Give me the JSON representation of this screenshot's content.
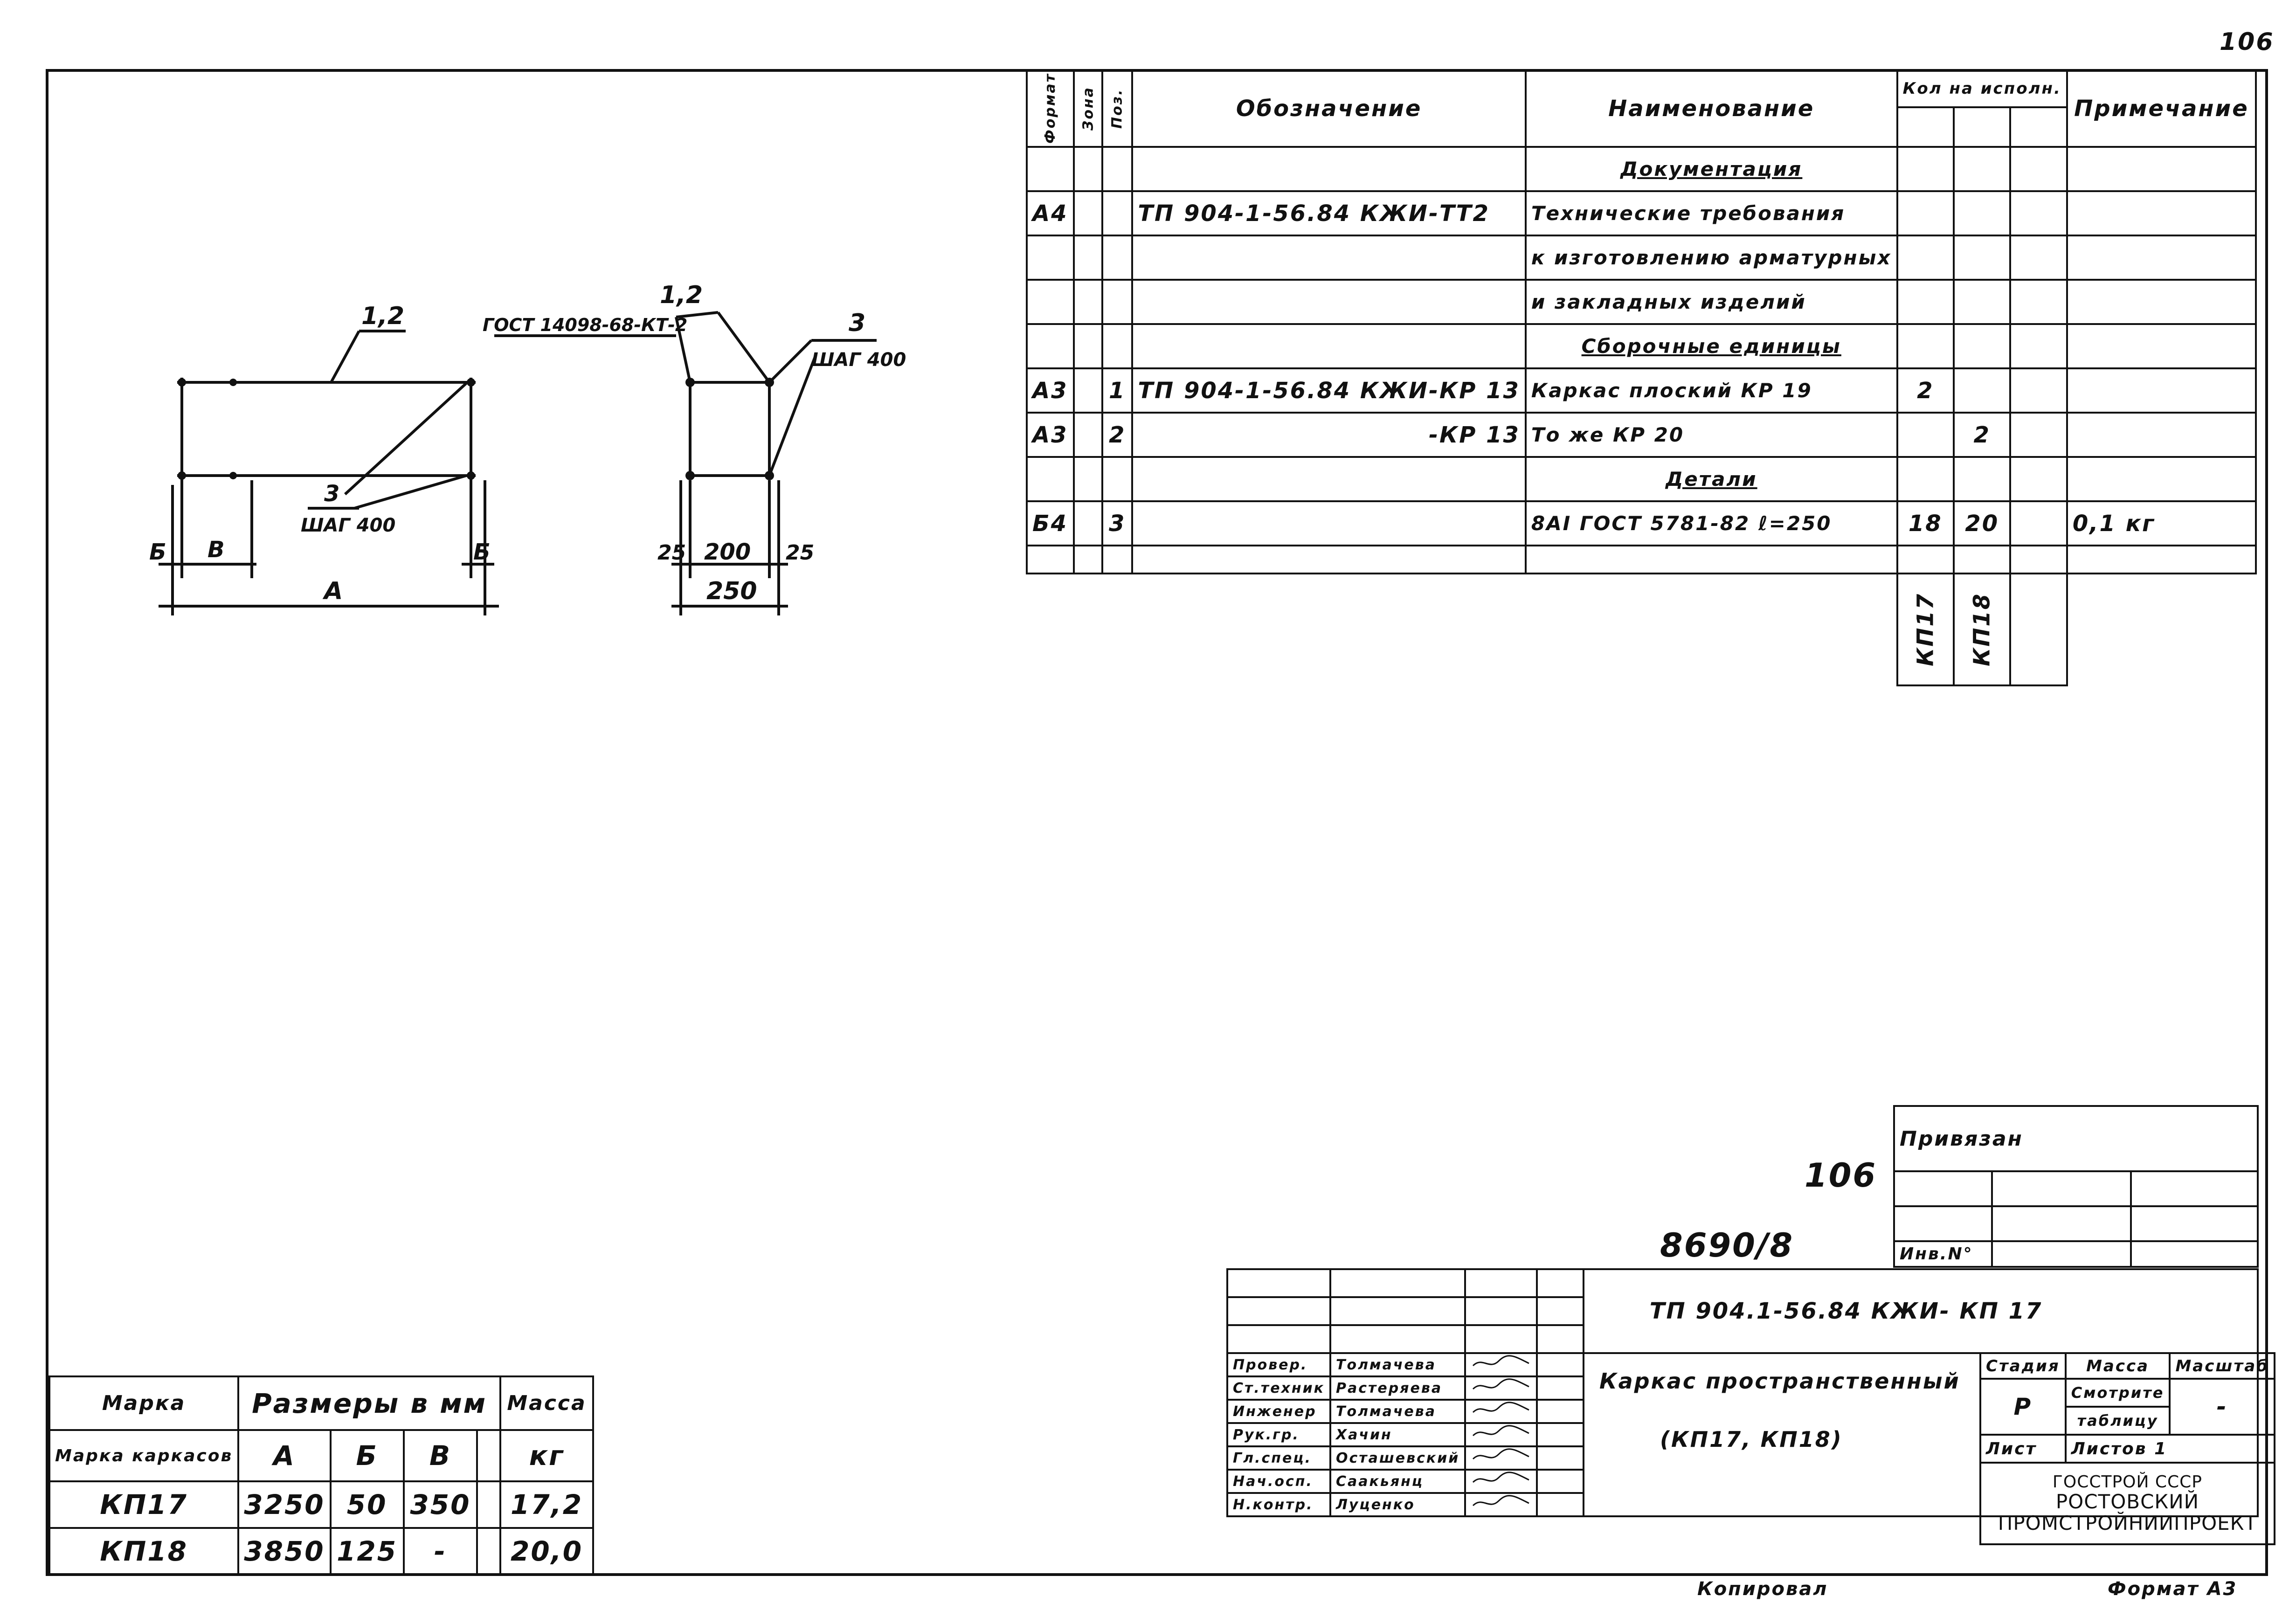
{
  "page_number": "106",
  "sketch": {
    "front": {
      "pos_top": "1,2",
      "pos_bottom": "3",
      "step_bottom": "ШАГ 400",
      "dim_b_left": "Б",
      "dim_v": "В",
      "dim_b_right": "Б",
      "dim_a": "А"
    },
    "section": {
      "gost_label": "ГОСТ 14098-68-КТ-2",
      "pos_top": "1,2",
      "pos_right": "3",
      "step_right": "ШАГ 400",
      "dim_left": "25",
      "dim_mid": "200",
      "dim_right": "25",
      "dim_total": "250"
    }
  },
  "spec": {
    "headers": {
      "format": "Формат",
      "zone": "Зона",
      "pos": "Поз.",
      "designation": "Обозначение",
      "name": "Наименование",
      "qty": "Кол на исполн.",
      "note": "Примечание"
    },
    "rows": [
      {
        "format": "",
        "pos": "",
        "designation": "",
        "name": "Документация",
        "q1": "",
        "q2": "",
        "note": "",
        "section": true
      },
      {
        "format": "А4",
        "pos": "",
        "designation": "ТП 904-1-56.84 КЖИ-ТТ2",
        "name": "Технические требования",
        "q1": "",
        "q2": "",
        "note": ""
      },
      {
        "format": "",
        "pos": "",
        "designation": "",
        "name": "к изготовлению арматурных",
        "q1": "",
        "q2": "",
        "note": ""
      },
      {
        "format": "",
        "pos": "",
        "designation": "",
        "name": "и закладных изделий",
        "q1": "",
        "q2": "",
        "note": ""
      },
      {
        "format": "",
        "pos": "",
        "designation": "",
        "name": "Сборочные единицы",
        "q1": "",
        "q2": "",
        "note": "",
        "section": true
      },
      {
        "format": "А3",
        "pos": "1",
        "designation": "ТП 904-1-56.84 КЖИ-КР 13",
        "name": "Каркас плоский КР 19",
        "q1": "2",
        "q2": "",
        "note": ""
      },
      {
        "format": "А3",
        "pos": "2",
        "designation": "-КР 13",
        "name": "То же       КР 20",
        "q1": "",
        "q2": "2",
        "note": ""
      },
      {
        "format": "",
        "pos": "",
        "designation": "",
        "name": "Детали",
        "q1": "",
        "q2": "",
        "note": "",
        "section": true
      },
      {
        "format": "Б4",
        "pos": "3",
        "designation": "",
        "name": "8АI ГОСТ 5781-82 ℓ=250",
        "q1": "18",
        "q2": "20",
        "note": "0,1 кг"
      },
      {
        "format": "",
        "pos": "",
        "designation": "",
        "name": "",
        "q1": "",
        "q2": "",
        "note": ""
      }
    ],
    "exec_labels": [
      "КП17",
      "КП18"
    ]
  },
  "dims_table": {
    "h_mark": "Марка каркасов",
    "h_sizes": "Размеры в мм",
    "h_mass": "Масса",
    "h_a": "А",
    "h_b": "Б",
    "h_v": "В",
    "h_kg": "кг",
    "rows": [
      {
        "mark": "КП17",
        "a": "3250",
        "b": "50",
        "v": "350",
        "mass": "17,2"
      },
      {
        "mark": "КП18",
        "a": "3850",
        "b": "125",
        "v": "-",
        "mass": "20,0"
      }
    ]
  },
  "binding": {
    "title": "Привязан",
    "inv": "Инв.N°"
  },
  "handwritten": {
    "n106": "106",
    "n8690": "8690/8"
  },
  "title_block": {
    "code": "ТП 904.1-56.84 КЖИ- КП 17",
    "doc_name_1": "Каркас пространственный",
    "doc_name_2": "(КП17, КП18)",
    "stage_h": "Стадия",
    "mass_h": "Масса",
    "scale_h": "Масштаб",
    "stage": "Р",
    "mass_1": "Смотрите",
    "mass_2": "таблицу",
    "scale": "-",
    "sheet": "Лист",
    "sheets": "Листов 1",
    "org_1": "ГОССТРОЙ СССР",
    "org_2": "РОСТОВСКИЙ",
    "org_3": "ПРОМСТРОЙНИИПРОЕКТ",
    "people": [
      {
        "role": "Провер.",
        "name": "Толмачева"
      },
      {
        "role": "Ст.техник",
        "name": "Растеряева"
      },
      {
        "role": "Инженер",
        "name": "Толмачева"
      },
      {
        "role": "Рук.гр.",
        "name": "Хачин"
      },
      {
        "role": "Гл.спец.",
        "name": "Осташевский"
      },
      {
        "role": "Нач.осп.",
        "name": "Саакьянц"
      },
      {
        "role": "Н.контр.",
        "name": "Луценко"
      }
    ]
  },
  "footer": {
    "copied": "Копировал",
    "format": "Формат А3"
  }
}
